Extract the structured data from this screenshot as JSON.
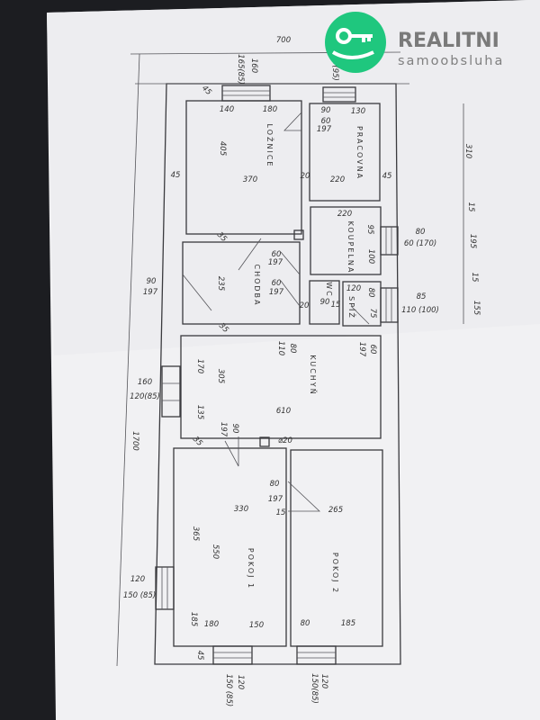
{
  "logo": {
    "name": "REALITNI",
    "tagline": "samoobsluha",
    "color": "#1fc77e"
  },
  "rooms": [
    "LOŽNICE",
    "PRACOVNA",
    "KOUPELNA",
    "CHODBA",
    "WC",
    "SPÍŽ",
    "KUCHYŇ",
    "POKOJ 1",
    "POKOJ 2"
  ],
  "dimensions": [
    "700",
    "1700",
    "165(85)",
    "160",
    "155(95)",
    "45",
    "140",
    "180",
    "90",
    "130",
    "60",
    "197",
    "405",
    "45",
    "370",
    "20",
    "220",
    "45",
    "310",
    "15",
    "195",
    "15",
    "155",
    "220",
    "95",
    "100",
    "80",
    "60 (170)",
    "35",
    "60",
    "197",
    "235",
    "90",
    "197",
    "60",
    "197",
    "90",
    "15",
    "20",
    "120",
    "80",
    "75",
    "85",
    "110 (100)",
    "35",
    "110",
    "80",
    "197",
    "60",
    "170",
    "305",
    "160",
    "120(85)",
    "135",
    "610",
    "197",
    "90",
    "35",
    "⌀20",
    "80",
    "197",
    "330",
    "15",
    "265",
    "365",
    "550",
    "120",
    "150 (85)",
    "185",
    "180",
    "150",
    "80",
    "185",
    "45",
    "120",
    "150 (85)",
    "120",
    "150(85)"
  ]
}
